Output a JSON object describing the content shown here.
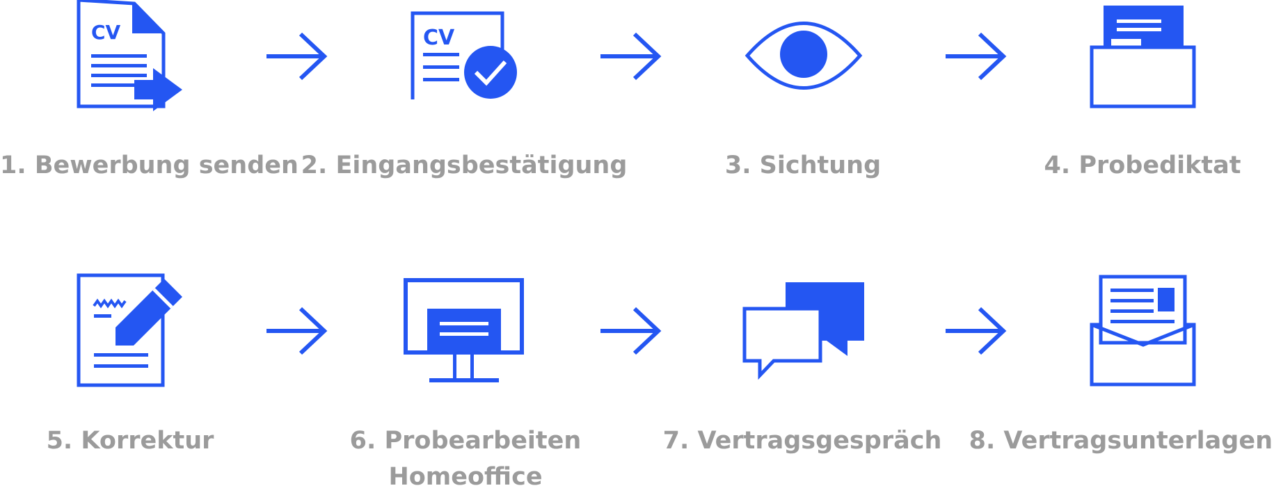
{
  "colors": {
    "accent": "#2456f2",
    "label": "#9b9b9b",
    "background": "#ffffff"
  },
  "steps": [
    {
      "label": "1. Bewerbung senden",
      "icon": "cv-document-send-icon"
    },
    {
      "label": "2. Eingangsbestätigung",
      "icon": "cv-document-check-icon"
    },
    {
      "label": "3. Sichtung",
      "icon": "eye-icon"
    },
    {
      "label": "4. Probediktat",
      "icon": "folder-document-icon"
    },
    {
      "label": "5. Korrektur",
      "icon": "document-pencil-icon"
    },
    {
      "label": "6. Probearbeiten",
      "label2": "Homeoffice",
      "icon": "computer-monitor-icon"
    },
    {
      "label": "7. Vertragsgespräch",
      "icon": "chat-bubbles-icon"
    },
    {
      "label": "8. Vertragsunterlagen",
      "icon": "envelope-letter-icon"
    }
  ],
  "arrows": {
    "icon": "arrow-right-icon"
  }
}
